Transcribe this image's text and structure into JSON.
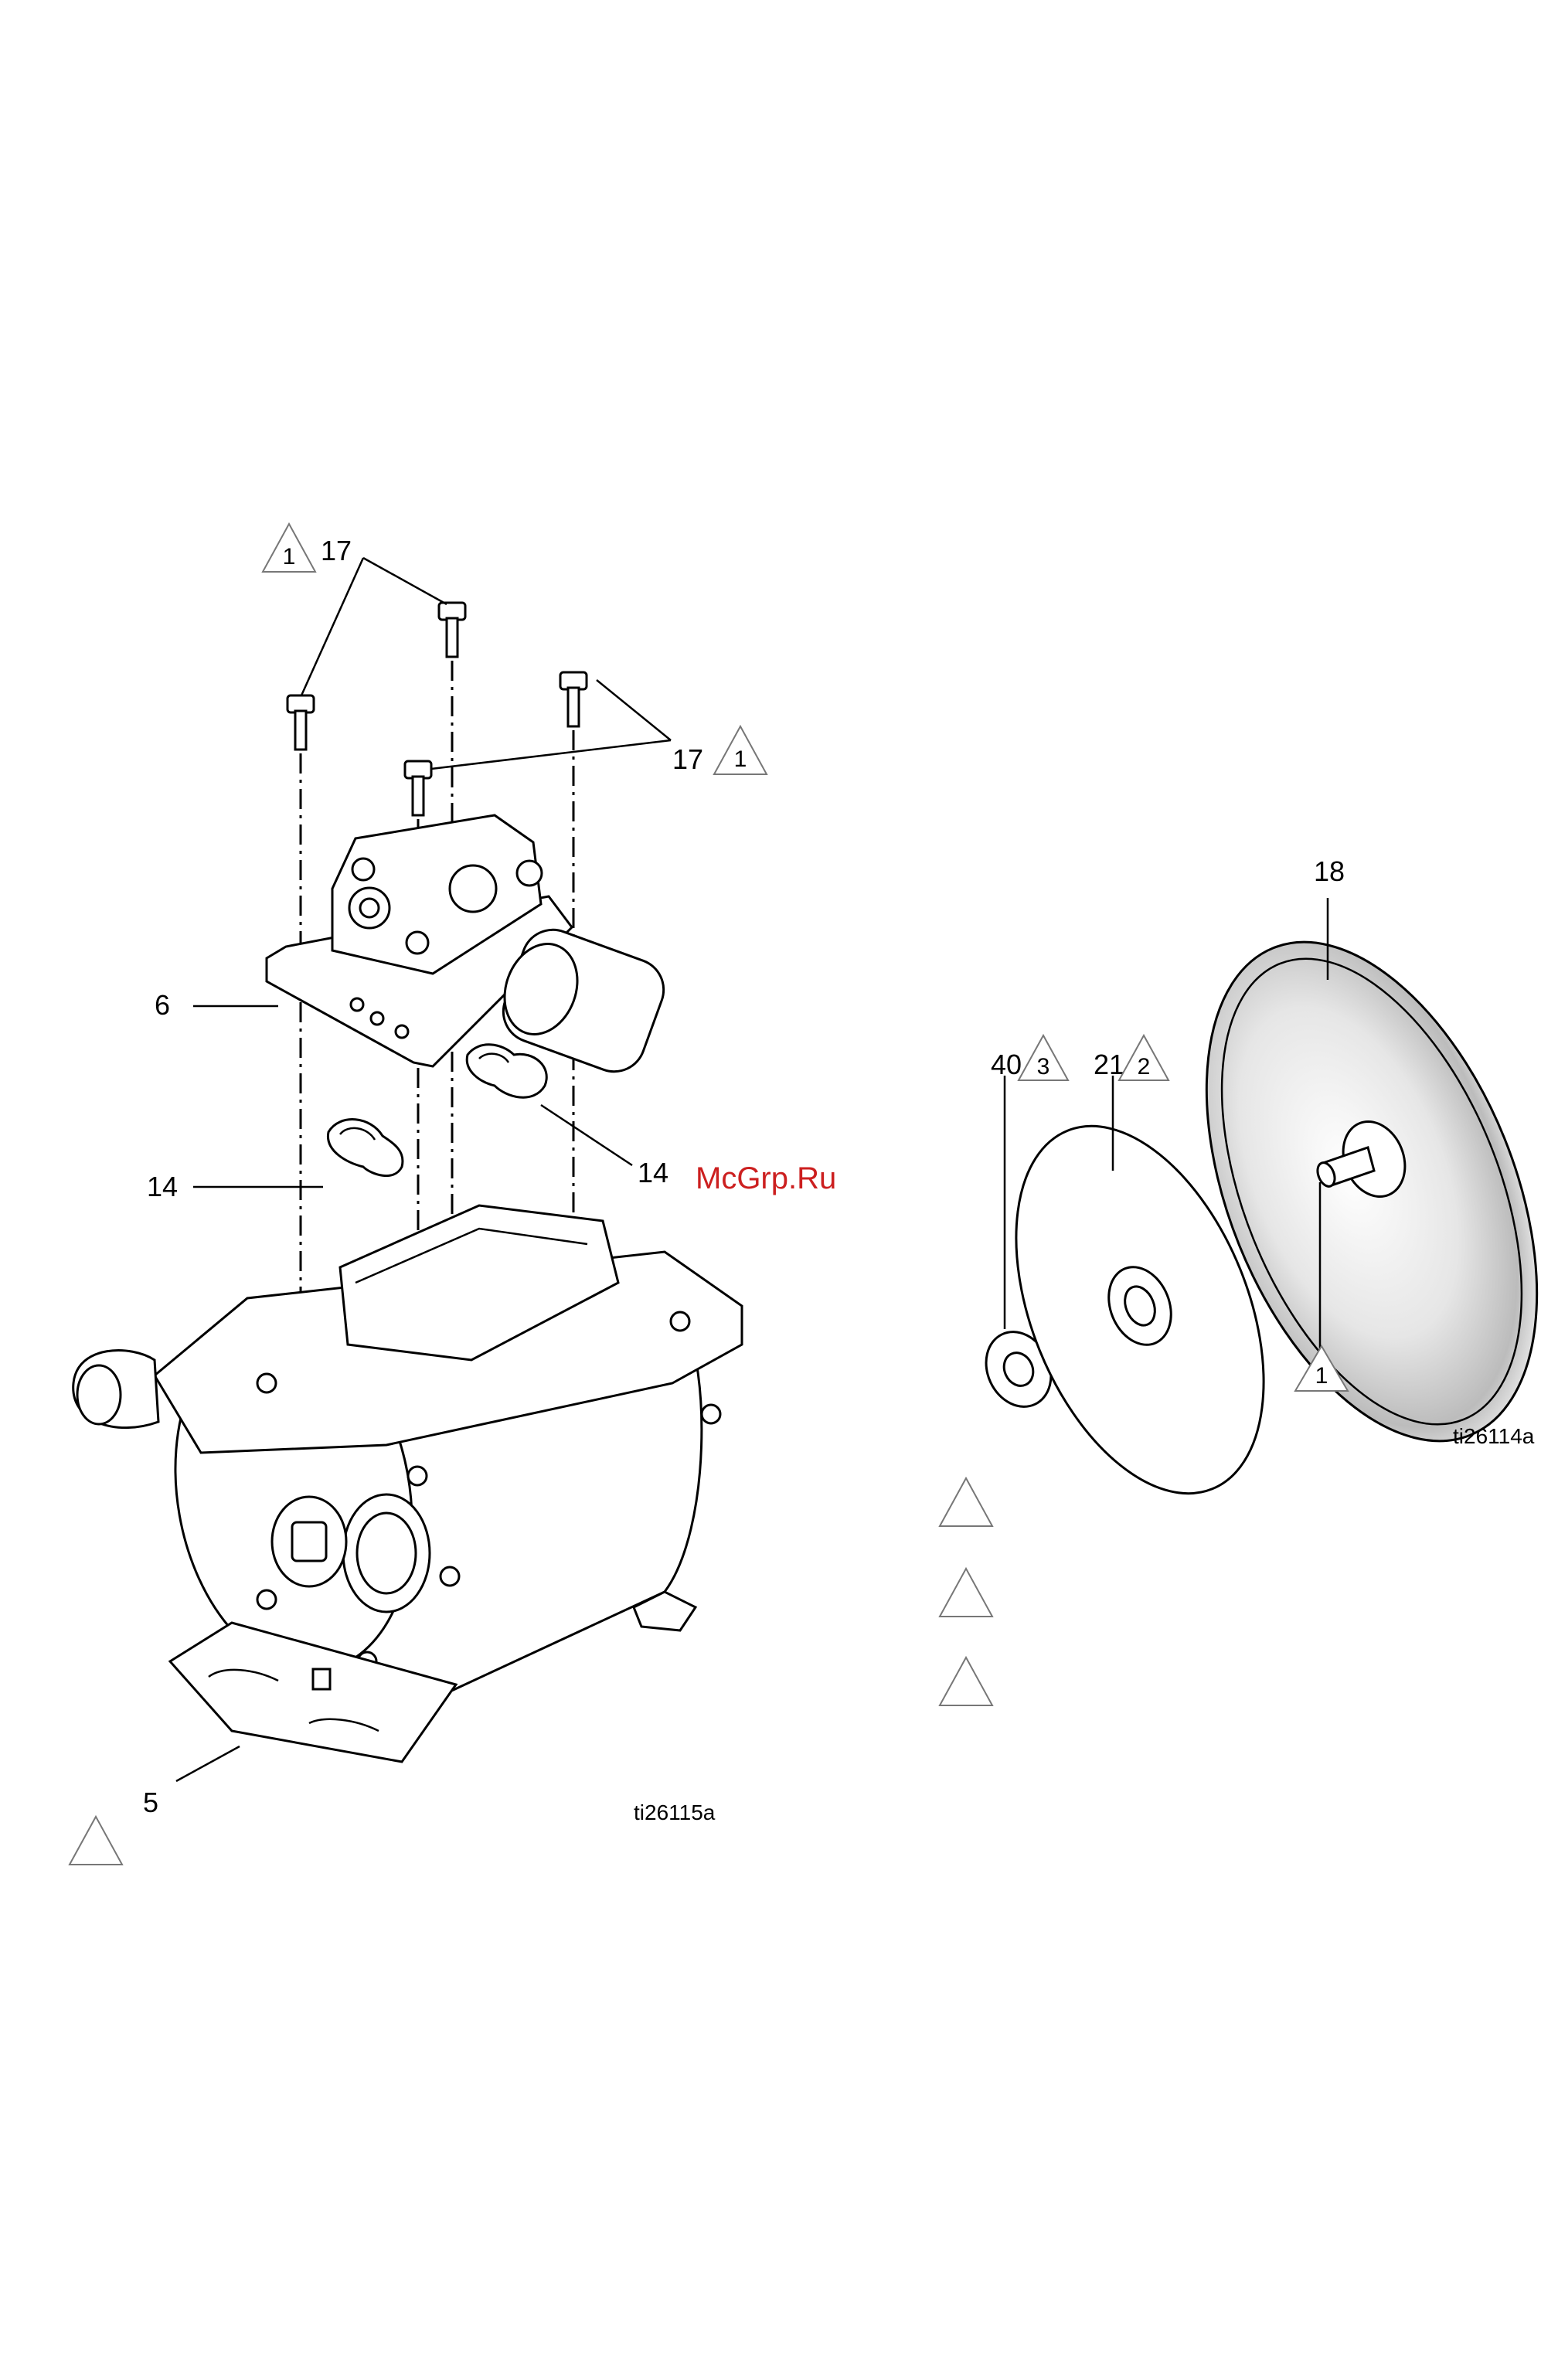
{
  "watermark": "McGrp.Ru",
  "figures": [
    {
      "id": "ti26115a",
      "callouts": [
        {
          "part": "17",
          "note": "1"
        },
        {
          "part": "17",
          "note": "1"
        },
        {
          "part": "6"
        },
        {
          "part": "14"
        },
        {
          "part": "14"
        },
        {
          "part": "5"
        }
      ]
    },
    {
      "id": "ti26114a",
      "callouts": [
        {
          "part": "18"
        },
        {
          "part": "40",
          "note": "3"
        },
        {
          "part": "21",
          "note": "2"
        },
        {
          "note": "1"
        }
      ]
    }
  ],
  "note_symbols_without_text": 4,
  "colors": {
    "lines": "#000000",
    "note_triangle": "#777777",
    "watermark": "#cc1f1f"
  }
}
